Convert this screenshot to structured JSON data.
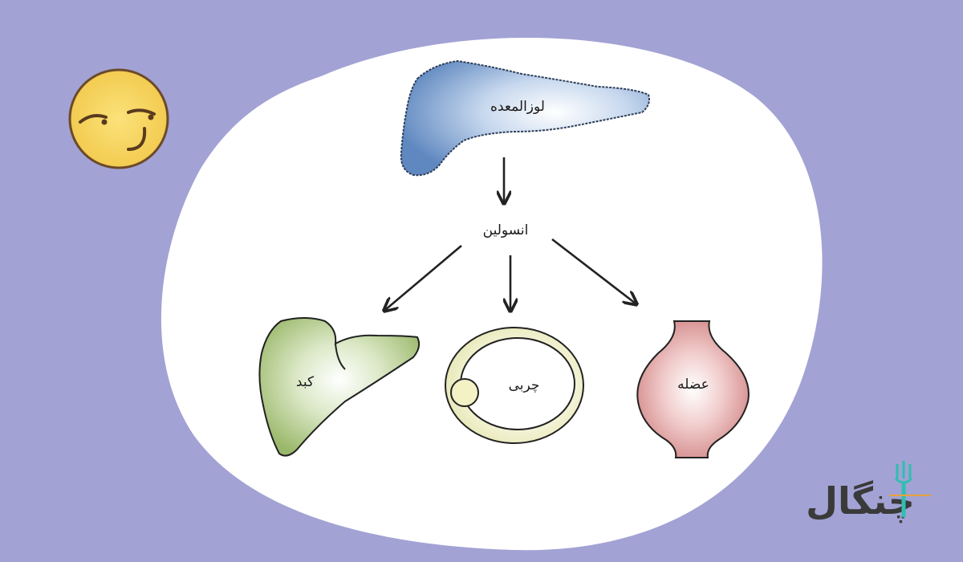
{
  "diagram": {
    "nodes": {
      "pancreas": "لوزالمعده",
      "insulin": "انسولین",
      "liver": "کبد",
      "fat": "چربی",
      "muscle": "عضله"
    },
    "edges": [
      {
        "from": "pancreas",
        "to": "insulin"
      },
      {
        "from": "insulin",
        "to": "liver"
      },
      {
        "from": "insulin",
        "to": "fat"
      },
      {
        "from": "insulin",
        "to": "muscle"
      }
    ]
  },
  "logo": {
    "text": "چنگال",
    "accent_color": "#2fbfb0",
    "text_color": "#3a3a3a"
  },
  "colors": {
    "background": "#a2a2d4",
    "blob": "#ffffff",
    "pancreas": "#6f95c8",
    "liver": "#a5c07a",
    "fat": "#e9e9b8",
    "muscle": "#d68c8c",
    "emoji": "#f7d562"
  },
  "icons": [
    "smirk-emoji-icon",
    "fork-icon"
  ]
}
